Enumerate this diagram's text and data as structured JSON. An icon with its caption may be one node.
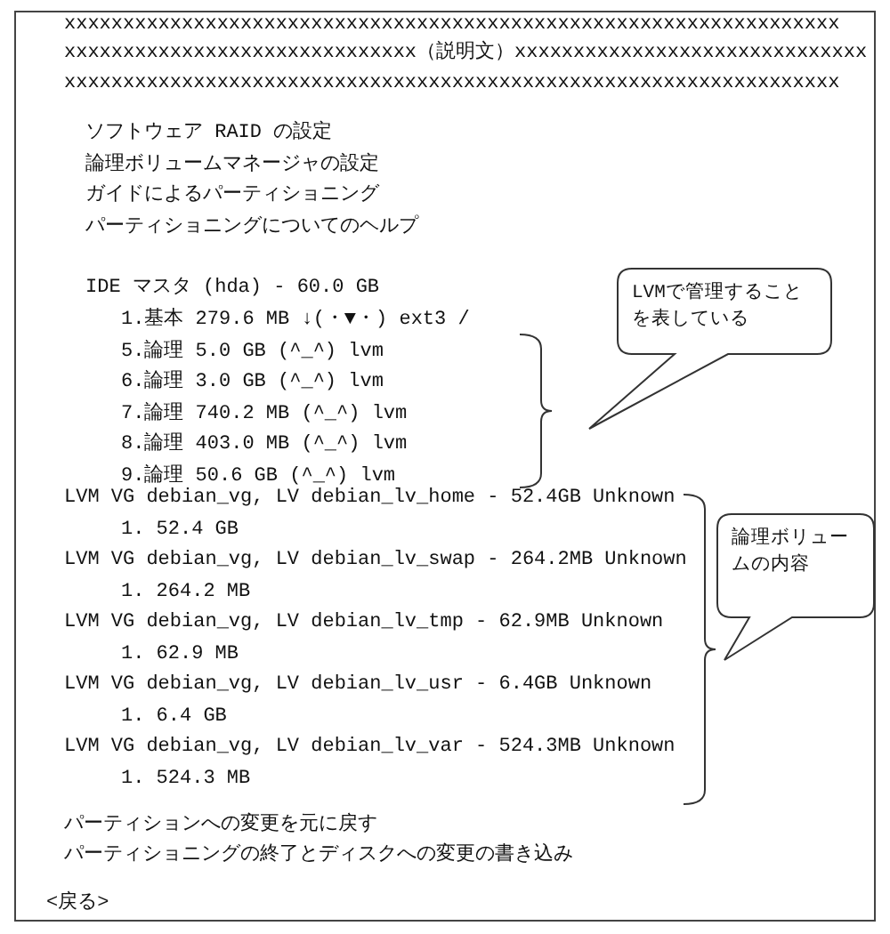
{
  "diagram": {
    "nodes": [
      {
        "text": [
          "xxxxxxxxxxxxxxxxxxxxxxxxxxxxxxxxxxxxxxxxxxxxxxxxxxxxxxxxxxxxxxxxxx",
          "xxxxxxxxxxxxxxxxxxxxxxxxxxxxxx（説明文）xxxxxxxxxxxxxxxxxxxxxxxxxxxxxx",
          "xxxxxxxxxxxxxxxxxxxxxxxxxxxxxxxxxxxxxxxxxxxxxxxxxxxxxxxxxxxxxxxxxx",
          "ソフトウェア RAID の設定",
          "論理ボリュームマネージャの設定",
          "ガイドによるパーティショニング",
          "パーティショニングについてのヘルプ",
          "IDE マスタ (hda) - 60.0 GB",
          "1.基本 279.6 MB ↓(・▼・) ext3 /",
          "5.論理 5.0 GB (^_^) lvm",
          "6.論理 3.0 GB (^_^) lvm",
          "7.論理 740.2 MB (^_^) lvm",
          "8.論理 403.0 MB (^_^) lvm",
          "9.論理 50.6 GB (^_^) lvm",
          "LVM VG debian_vg, LV debian_lv_home - 52.4GB Unknown",
          "1. 52.4 GB",
          "LVM VG debian_vg, LV debian_lv_swap - 264.2MB Unknown",
          "1. 264.2 MB",
          "LVM VG debian_vg, LV debian_lv_tmp - 62.9MB Unknown",
          "1. 62.9 MB",
          "LVM VG debian_vg, LV debian_lv_usr - 6.4GB Unknown",
          "1. 6.4 GB",
          "LVM VG debian_vg, LV debian_lv_var - 524.3MB Unknown",
          "1. 524.3 MB",
          "パーティションへの変更を元に戻す",
          "パーティショニングの終了とディスクへの変更の書き込み",
          "<戻る>"
        ]
      },
      {
        "text": [
          "LVMで管理することを表している"
        ],
        "in": 0
      },
      {
        "text": [
          "論理ボリュームの内容"
        ],
        "in": 0
      }
    ]
  }
}
